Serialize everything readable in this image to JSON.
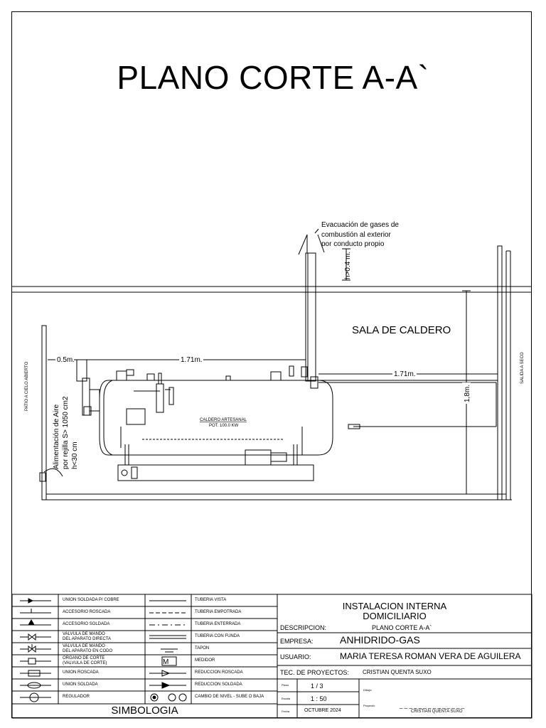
{
  "title": "PLANO CORTE A-A`",
  "drawing": {
    "exhaust_note": [
      "Evacuación de gases de",
      "combustión al exterior",
      "por conducto propio"
    ],
    "chimney_height": "h>0.4 m.",
    "room_label": "SALA DE CALDERO",
    "left_wall_label": "PATIO A CIELO ABIERTO",
    "right_wall_label": "SALIDA A SECO",
    "dim_left_gap": "0.5m.",
    "dim_boiler_length": "1.71m.",
    "dim_right_gap": "1.71m.",
    "dim_height": "1,8m.",
    "air_supply": [
      "Alimentación de Aire",
      "por rejilla  S> 1050 cm2",
      "h<30 cm"
    ],
    "boiler_name": "CALDERO ARTESANAL",
    "boiler_power": "POT. 100.0 KW"
  },
  "legend": {
    "title": "SIMBOLOGIA",
    "rows": [
      {
        "left": "UNION SOLDADA P/ COBRE",
        "right": "TUBERIA VISTA"
      },
      {
        "left": "ACCESORIO ROSCADA",
        "right": "TUBERIA EMPOTRADA"
      },
      {
        "left": "ACCESORIO SOLDADA",
        "right": "TUBERIA ENTERRADA"
      },
      {
        "left": "VALVULA DE MANDO\nDEL APARATO DIRECTA",
        "right": "TUBERIA CON FUNDA"
      },
      {
        "left": "VALVULA DE MANDO\nDEL APARATO EN CODO",
        "right": "TAPON"
      },
      {
        "left": "ORGANO DE CORTE\n(VALVULA DE CORTE)",
        "right": "MEDIDOR"
      },
      {
        "left": "UNION ROSCADA",
        "right": "REDUCCION ROSCADA"
      },
      {
        "left": "UNION SOLDADA",
        "right": "REDUCCION SOLDADA"
      },
      {
        "left": "REGULADOR",
        "right": "CAMBIO DE NIVEL - SUBE O BAJA"
      }
    ]
  },
  "titleblock": {
    "project_line1": "INSTALACION INTERNA",
    "project_line2": "DOMICILIARIO",
    "descripcion_label": "DESCRIPCION:",
    "descripcion_value": "PLANO CORTE A-A`",
    "empresa_label": "EMPRESA:",
    "empresa_value": "ANHIDRIDO-GAS",
    "usuario_label": "USUARIO:",
    "usuario_value": "MARIA TERESA ROMAN VERA DE AGUILERA",
    "tec_label": "TEC. DE PROYECTOS:",
    "tec_value": "CRISTIAN QUENTA SUXO",
    "plano_label": "Plano",
    "plano_value": "1 / 3",
    "escala_label": "Escala",
    "escala_value": "1 : 50",
    "fecha_label": "Fecha",
    "fecha_value": "OCTUBRE 2024",
    "dibujo_label": "Dibujo:",
    "proyecto_label": "Proyectó:",
    "signature_line": "_ _ _ _ _ _ _ _ _ _ _ _ _ _",
    "signature_name": "CRISTIAN QUENTA SUXO"
  }
}
